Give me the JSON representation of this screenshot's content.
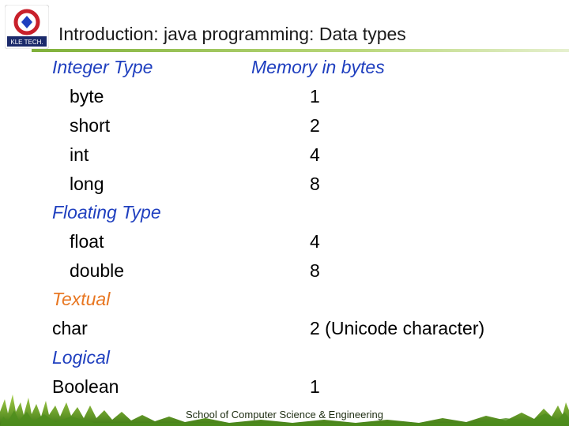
{
  "logo": {
    "text": "KLE TECH."
  },
  "title": "Introduction:  java programming: Data types",
  "table": {
    "header": {
      "col1": "Integer Type",
      "col2": "Memory in bytes"
    },
    "rows": [
      {
        "label": "byte",
        "value": "1"
      },
      {
        "label": "short",
        "value": "2"
      },
      {
        "label": "int",
        "value": "4"
      },
      {
        "label": "long",
        "value": "8"
      }
    ],
    "floating_header": "Floating Type",
    "floating_rows": [
      {
        "label": "float",
        "value": "4"
      },
      {
        "label": "double",
        "value": "8"
      }
    ],
    "textual_header": "Textual",
    "textual_row": {
      "label": "char",
      "value": "2 (Unicode character)"
    },
    "logical_header": "Logical",
    "logical_row": {
      "label": "Boolean",
      "value": "1"
    }
  },
  "footer": "School of Computer Science & Engineering",
  "colors": {
    "category_blue": "#1f3fbf",
    "category_orange": "#e87722",
    "accent_green": "#7fb03a",
    "logo_red": "#c8202b"
  }
}
